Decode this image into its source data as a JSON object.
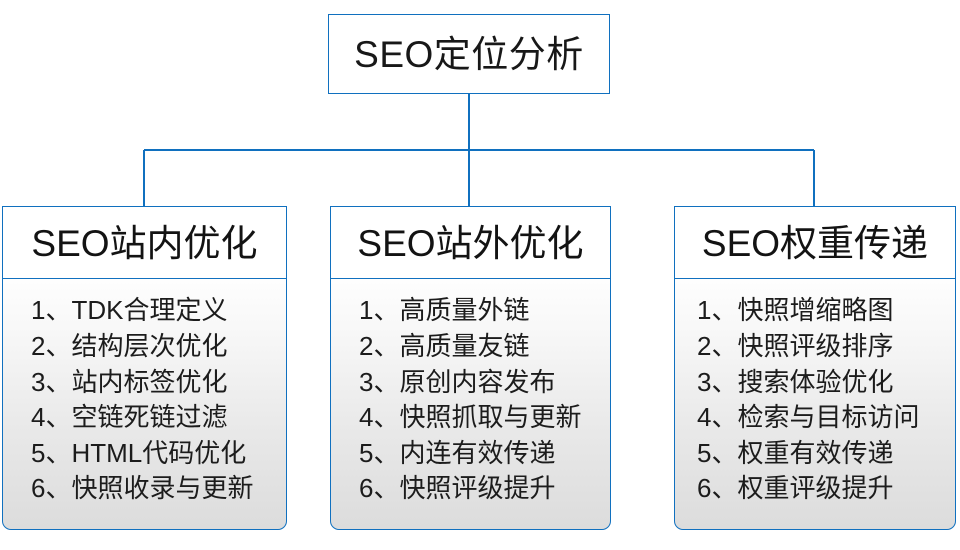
{
  "diagram": {
    "type": "org-chart",
    "accent_color": "#1070bf",
    "text_color": "#181818",
    "body_gradient_top": "#fefefe",
    "body_gradient_bottom": "#dcdcdc",
    "root": {
      "label": "SEO定位分析"
    },
    "branches": [
      {
        "title": "SEO站内优化",
        "items": [
          "1、TDK合理定义",
          "2、结构层次优化",
          "3、站内标签优化",
          "4、空链死链过滤",
          "5、HTML代码优化",
          "6、快照收录与更新"
        ]
      },
      {
        "title": "SEO站外优化",
        "items": [
          "1、高质量外链",
          "2、高质量友链",
          "3、原创内容发布",
          "4、快照抓取与更新",
          "5、内连有效传递",
          "6、快照评级提升"
        ]
      },
      {
        "title": "SEO权重传递",
        "items": [
          "1、快照增缩略图",
          "2、快照评级排序",
          "3、搜索体验优化",
          "4、检索与目标访问",
          "5、权重有效传递",
          "6、权重评级提升"
        ]
      }
    ]
  }
}
